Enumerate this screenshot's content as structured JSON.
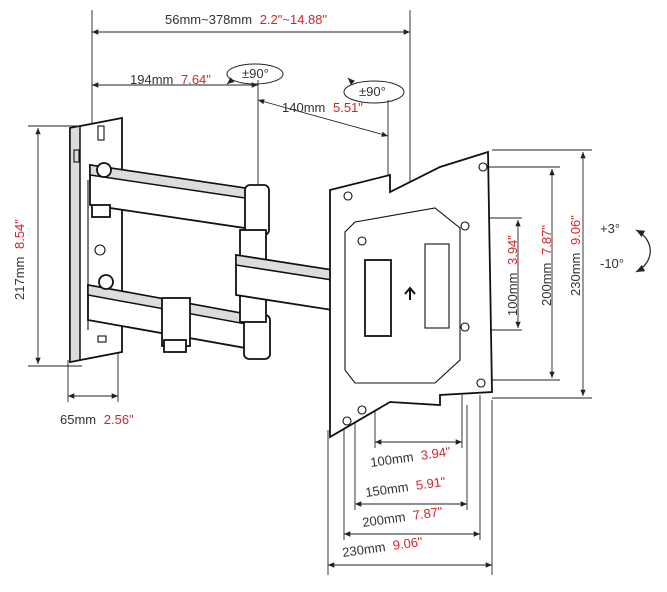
{
  "dimensions": {
    "extension_range": {
      "metric": "56mm~378mm",
      "imperial": "2.2\"~14.88\""
    },
    "arm_length": {
      "metric": "194mm",
      "imperial": "7.64\""
    },
    "second_arm_length": {
      "metric": "140mm",
      "imperial": "5.51\""
    },
    "wall_plate_height": {
      "metric": "217mm",
      "imperial": "8.54\""
    },
    "wall_plate_width": {
      "metric": "65mm",
      "imperial": "2.56\""
    },
    "vesa_v_100": {
      "metric": "100mm",
      "imperial": "3.94\""
    },
    "vesa_v_200": {
      "metric": "200mm",
      "imperial": "7.87\""
    },
    "vesa_v_230": {
      "metric": "230mm",
      "imperial": "9.06\""
    },
    "vesa_h_100": {
      "metric": "100mm",
      "imperial": "3.94\""
    },
    "vesa_h_150": {
      "metric": "150mm",
      "imperial": "5.91\""
    },
    "vesa_h_200": {
      "metric": "200mm",
      "imperial": "7.87\""
    },
    "vesa_h_230": {
      "metric": "230mm",
      "imperial": "9.06\""
    }
  },
  "rotation": {
    "swivel_arm": "±90°",
    "swivel_head": "±90°"
  },
  "tilt": {
    "up": "+3°",
    "down": "-10°"
  },
  "colors": {
    "imperial_text": "#d0262b",
    "metric_text": "#333333",
    "line": "#111111"
  }
}
